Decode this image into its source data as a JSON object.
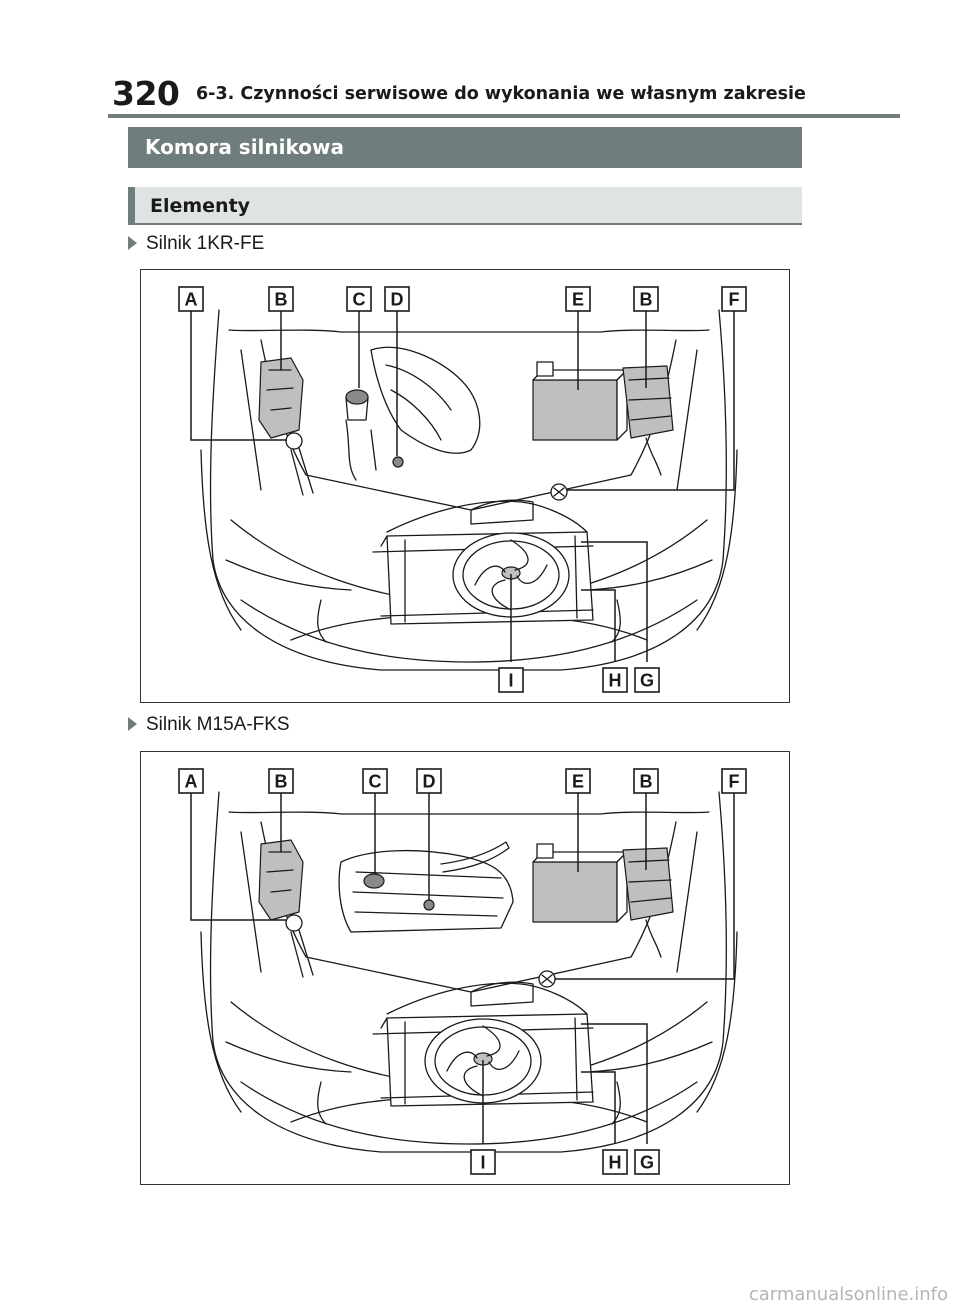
{
  "header": {
    "page_number": "320",
    "chapter_title": "6-3. Czynności serwisowe do wykonania we własnym zakresie"
  },
  "section_title": "Komora silnikowa",
  "subsection_title": "Elementy",
  "diagrams": [
    {
      "caption": "Silnik 1KR-FE",
      "labels": [
        "A",
        "B",
        "C",
        "D",
        "E",
        "B",
        "F",
        "I",
        "H",
        "G"
      ]
    },
    {
      "caption": "Silnik M15A-FKS",
      "labels": [
        "A",
        "B",
        "C",
        "D",
        "E",
        "B",
        "F",
        "I",
        "H",
        "G"
      ]
    }
  ],
  "watermark": "carmanualsonline.info",
  "colors": {
    "banner": "#6f7d7c",
    "sub_banner": "#dfe3e3",
    "text": "#1a1a1a"
  }
}
